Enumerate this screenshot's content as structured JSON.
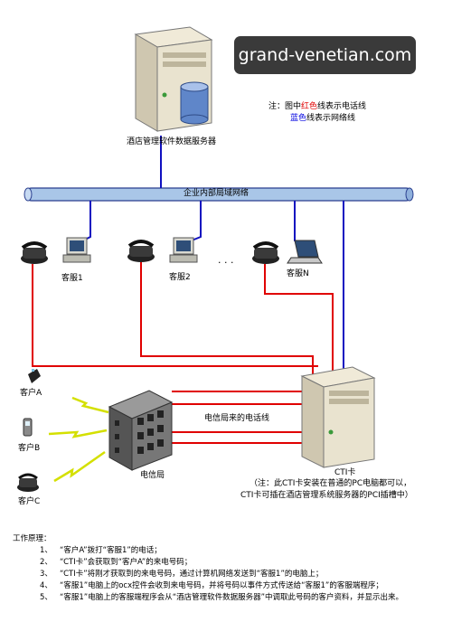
{
  "watermark": "grand-venetian.com",
  "server_label": "酒店管理软件数据服务器",
  "legend": {
    "line1_prefix": "注：图中",
    "line1_color": "红色",
    "line1_suffix": "线表示电话线",
    "line2_color": "蓝色",
    "line2_suffix": "线表示网络线"
  },
  "lan_label": "企业内部局域网络",
  "agents": [
    "客服1",
    "客服2",
    "客服N"
  ],
  "ellipsis": "· · ·",
  "customers": [
    "客户A",
    "客户B",
    "客户C"
  ],
  "telecom_label": "电信局",
  "incoming_label": "电信局来的电话线",
  "cti_label": "CTI卡",
  "cti_note_1": "（注：此CTI卡安装在普通的PC电脑都可以，",
  "cti_note_2": "CTI卡可插在酒店管理系统服务器的PCI插槽中）",
  "principle_title": "工作原理：",
  "steps": [
    {
      "num": "1、",
      "text": "“客户A”拨打“客服1”的电话；"
    },
    {
      "num": "2、",
      "text": "“CTI卡”会获取到“客户A”的来电号码；"
    },
    {
      "num": "3、",
      "text": "“CTI卡”将刚才获取到的来电号码，通过计算机网络发送到“客服1”的电脑上；"
    },
    {
      "num": "4、",
      "text": "“客服1”电脑上的ocx控件会收到来电号码，并将号码以事件方式传送给“客服1”的客服端程序；"
    },
    {
      "num": "5、",
      "text": "“客服1”电脑上的客服端程序会从“酒店管理软件数据服务器”中调取此号码的客户资料，并显示出来。"
    }
  ],
  "colors": {
    "phone_line": "#e00000",
    "network_line": "#1010c0",
    "lan_bar": "#a9c6e8",
    "lightning": "#d4e000"
  }
}
